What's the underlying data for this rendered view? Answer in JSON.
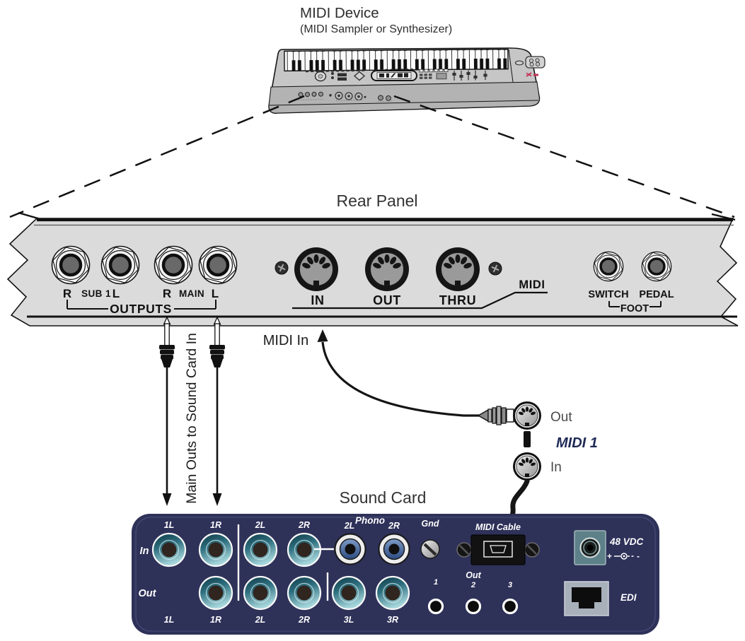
{
  "device": {
    "title": "MIDI Device",
    "subtitle": "(MIDI Sampler or Synthesizer)"
  },
  "rear_panel": {
    "title": "Rear Panel",
    "outputs": {
      "labels": [
        "R",
        "SUB 1",
        "L",
        "R",
        "MAIN",
        "L"
      ],
      "group": "OUTPUTS"
    },
    "midi": {
      "ports": [
        "IN",
        "OUT",
        "THRU"
      ],
      "group": "MIDI"
    },
    "foot": {
      "ports": [
        "SWITCH",
        "PEDAL"
      ],
      "group": "FOOT"
    }
  },
  "connections": {
    "main_outs": "Main Outs to Sound Card In",
    "midi_in": "MIDI In",
    "midi_cable": {
      "out": "Out",
      "name": "MIDI 1",
      "in": "In"
    }
  },
  "sound_card": {
    "title": "Sound Card",
    "row_in": "In",
    "row_out": "Out",
    "in_jacks": [
      "1L",
      "1R",
      "2L",
      "2R"
    ],
    "phono": {
      "label": "Phono",
      "jacks": [
        "2L",
        "2R"
      ]
    },
    "gnd": "Gnd",
    "out_jacks": [
      "1L",
      "1R",
      "2L",
      "2R",
      "3L",
      "3R"
    ],
    "midi_cable_port": "MIDI Cable",
    "aux_out": {
      "label": "Out",
      "numbers": [
        "1",
        "2",
        "3"
      ]
    },
    "power": {
      "label": "48 VDC"
    },
    "edi": "EDI"
  },
  "colors": {
    "rear_panel_gray": "#dbdbdb",
    "sound_card_navy": "#2e3158",
    "jack_teal": "#357b8b",
    "midi1_navy": "#1f2a56",
    "logo_red": "#c23455"
  }
}
